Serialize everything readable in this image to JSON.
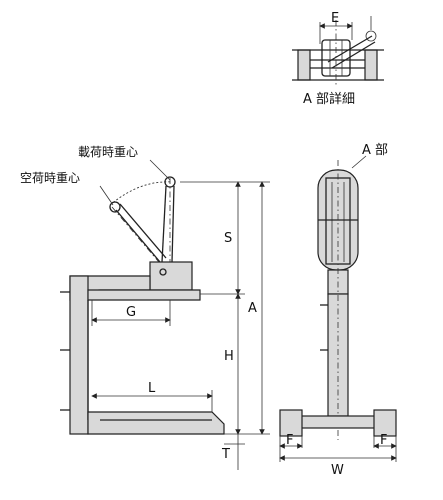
{
  "callouts": {
    "loaded_cog": "載荷時重心",
    "empty_cog": "空荷時重心",
    "part_a": "A 部",
    "detail_a": "A 部詳細"
  },
  "dimensions": {
    "E": "E",
    "S": "S",
    "A": "A",
    "G": "G",
    "H": "H",
    "L": "L",
    "T": "T",
    "F_left": "F",
    "F_right": "F",
    "W": "W"
  },
  "colors": {
    "line": "#222222",
    "part_fill": "#d9d9d9"
  }
}
